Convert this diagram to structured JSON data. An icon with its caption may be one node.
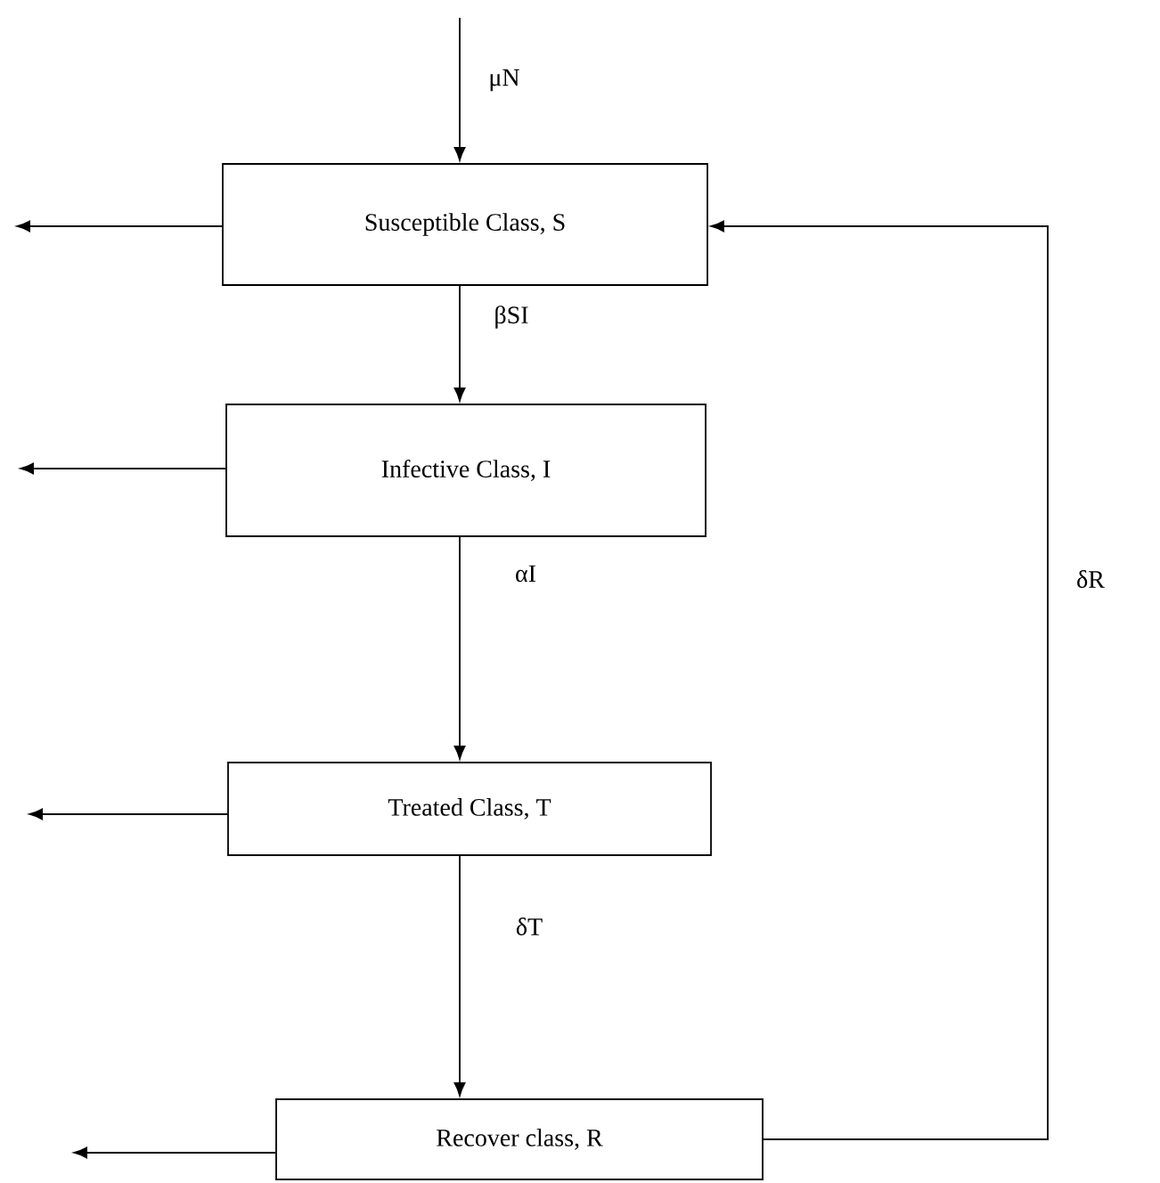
{
  "diagram": {
    "nodes": [
      {
        "text": [
          "Susceptible Class, S"
        ]
      },
      {
        "text": [
          "Infective Class, I"
        ]
      },
      {
        "text": [
          "Treated Class, T"
        ]
      },
      {
        "text": [
          "Recover class, R"
        ]
      }
    ],
    "edges": [
      {
        "from": null,
        "to": 0,
        "arrow": "to",
        "label": "μN"
      },
      {
        "from": 0,
        "to": 1,
        "arrow": "to",
        "label": "βSI"
      },
      {
        "from": 1,
        "to": 2,
        "arrow": "to",
        "label": "αI"
      },
      {
        "from": 2,
        "to": 3,
        "arrow": "to",
        "label": "δT"
      },
      {
        "from": 3,
        "to": 0,
        "arrow": "to",
        "label": "δR"
      },
      {
        "from": 0,
        "to": null,
        "arrow": "to"
      },
      {
        "from": 1,
        "to": null,
        "arrow": "to"
      },
      {
        "from": 2,
        "to": null,
        "arrow": "to"
      },
      {
        "from": 3,
        "to": null,
        "arrow": "to"
      }
    ]
  }
}
